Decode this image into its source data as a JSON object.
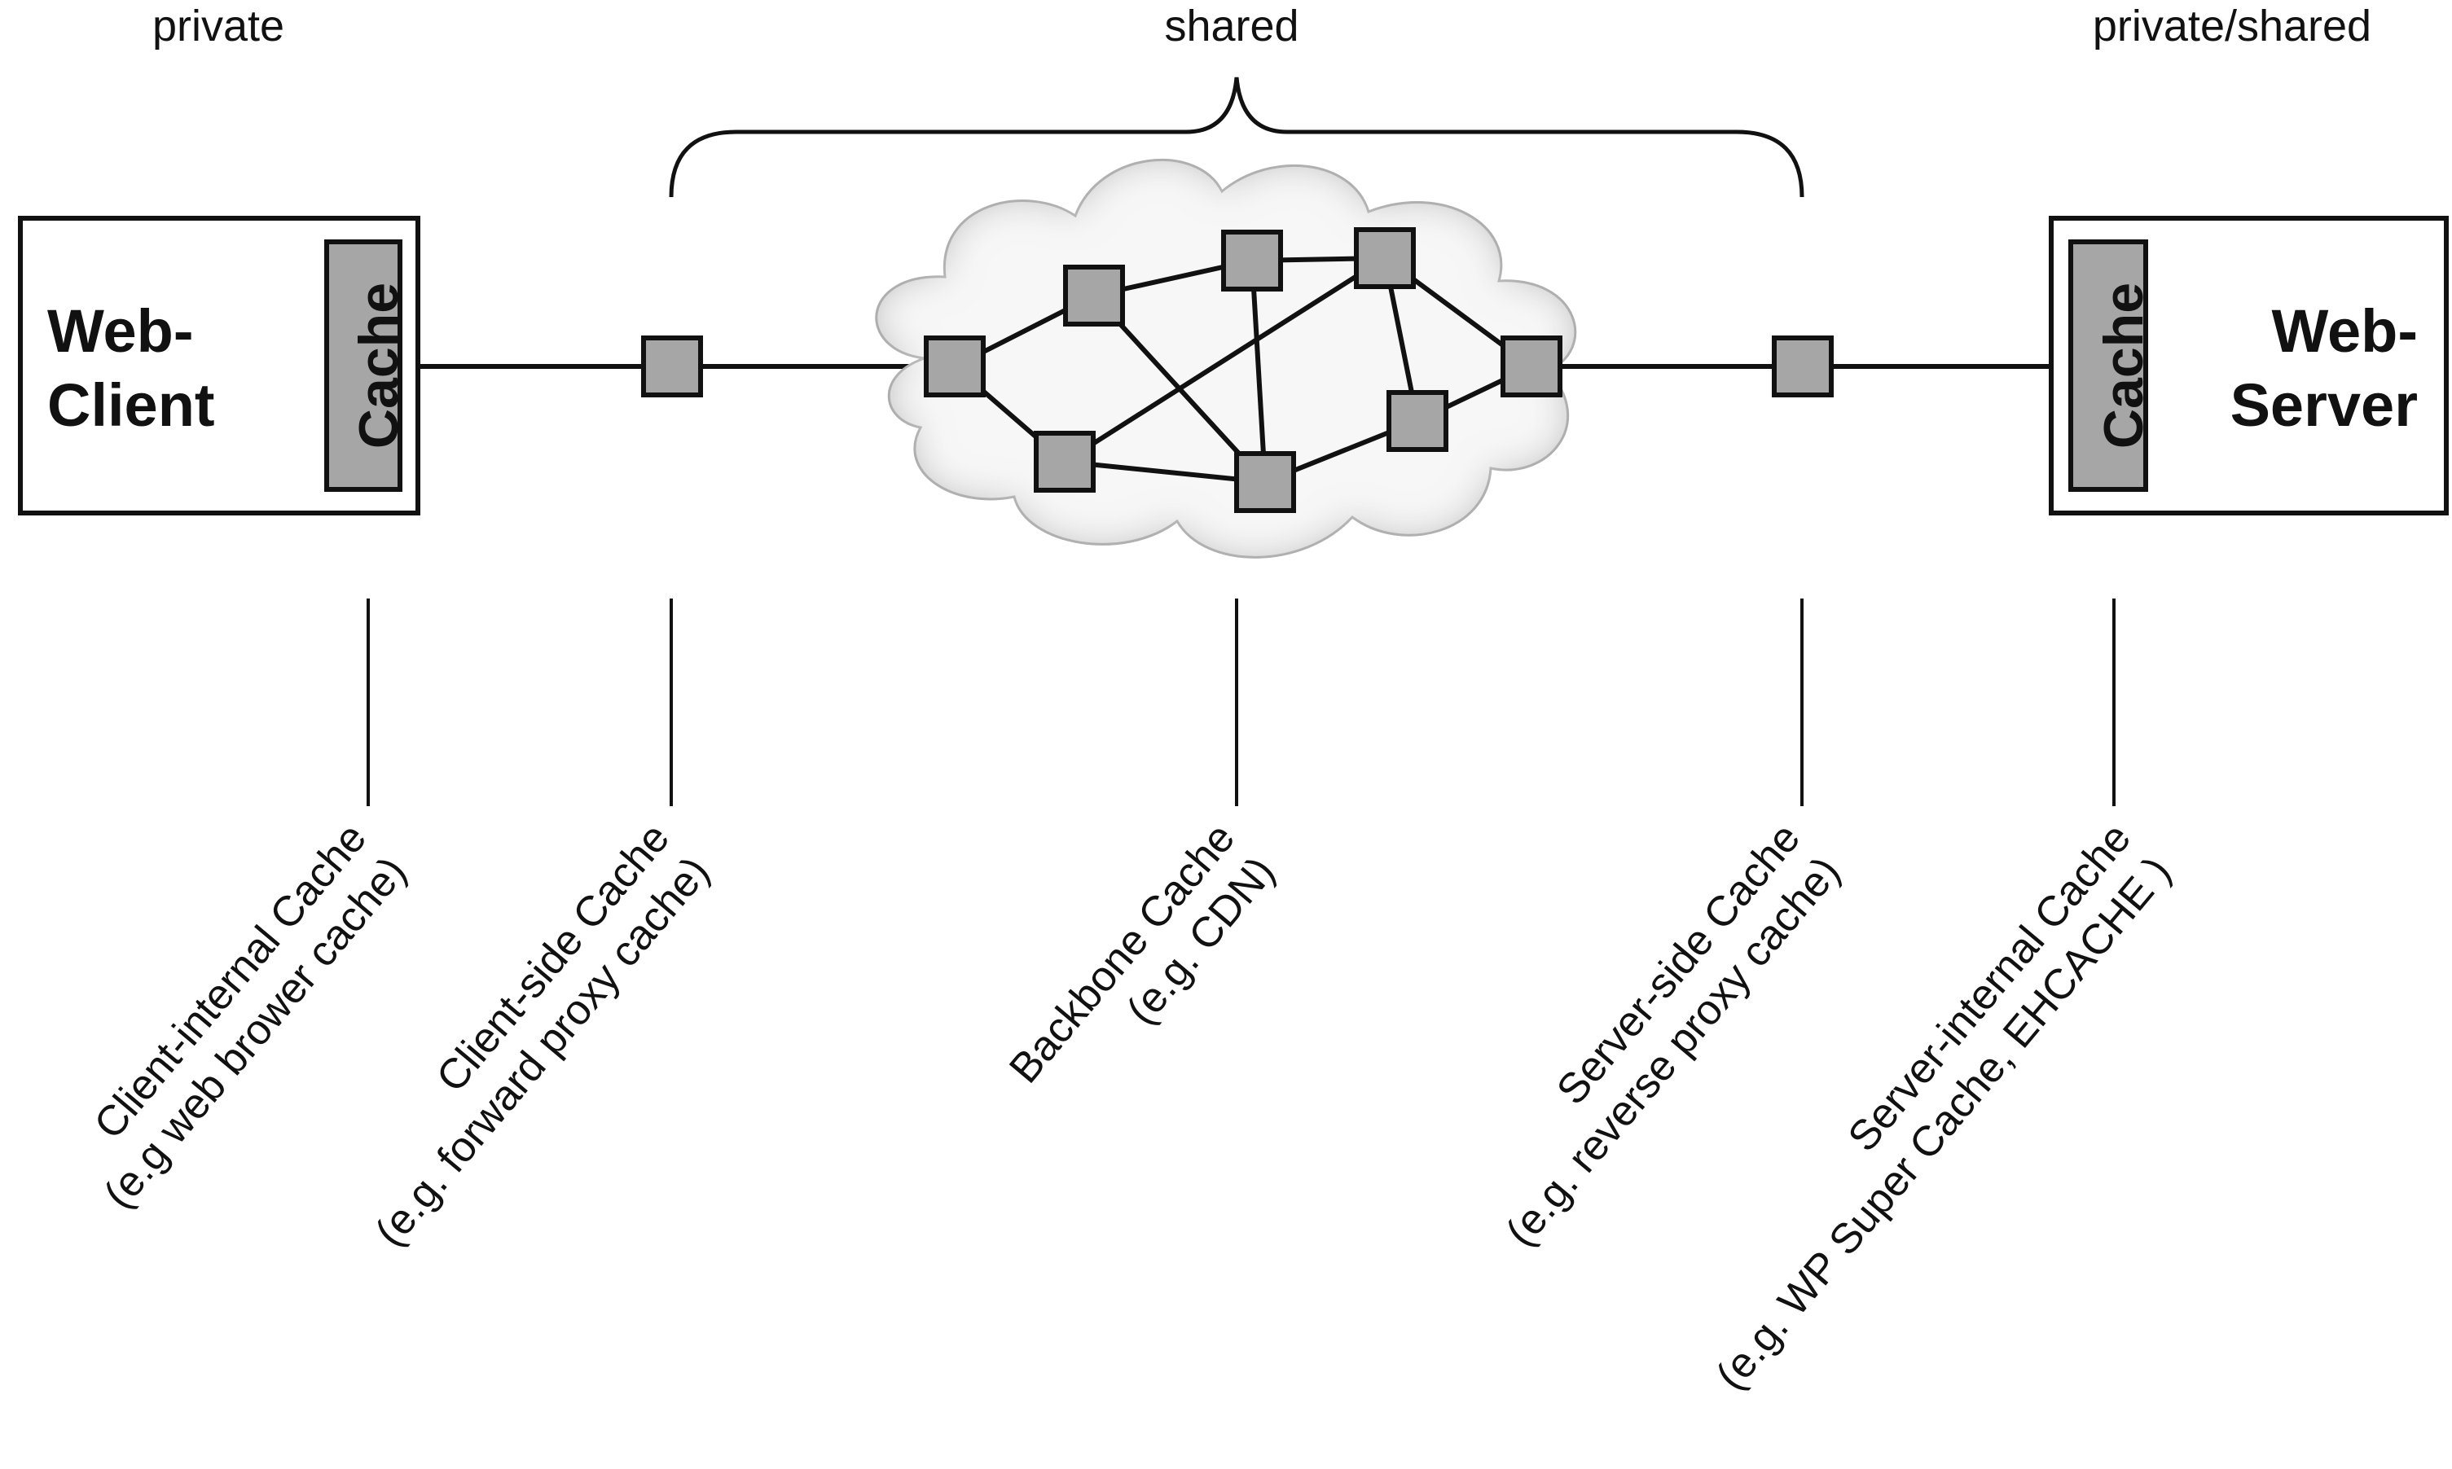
{
  "scopes": {
    "private": "private",
    "shared": "shared",
    "private_shared": "private/shared"
  },
  "client": {
    "title_line1": "Web-",
    "title_line2": "Client",
    "cache_label": "Cache"
  },
  "server": {
    "title_line1": "Web-",
    "title_line2": "Server",
    "cache_label": "Cache"
  },
  "labels": [
    {
      "id": "client-internal",
      "line1": "Client-internal Cache",
      "line2": "(e.g web brower cache)"
    },
    {
      "id": "client-side",
      "line1": "Client-side Cache",
      "line2": "(e.g. forward proxy cache)"
    },
    {
      "id": "backbone",
      "line1": "Backbone Cache",
      "line2": "(e.g. CDN)"
    },
    {
      "id": "server-side",
      "line1": "Server-side Cache",
      "line2": "(e.g. reverse proxy cache)"
    },
    {
      "id": "server-internal",
      "line1": "Server-internal Cache",
      "line2": "(e.g. WP Super Cache, EHCACHE )"
    }
  ],
  "colors": {
    "node_fill": "#a6a6a6",
    "stroke": "#111111",
    "cloud_fill": "#f5f5f5",
    "cloud_shadow": "#888888"
  }
}
